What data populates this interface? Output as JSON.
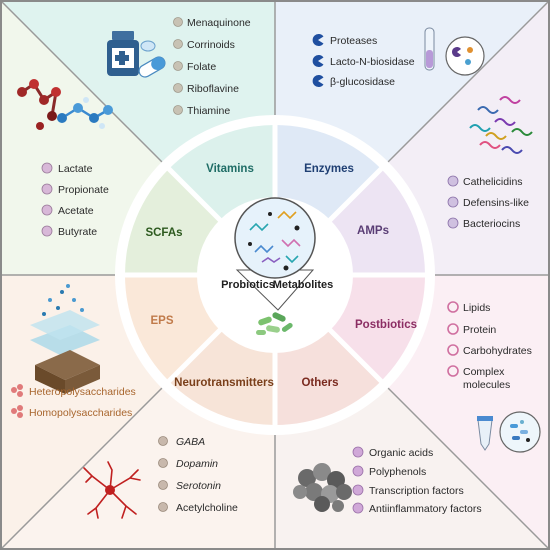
{
  "center": {
    "left_label": "Probiotics",
    "right_label": "Metabolites"
  },
  "segments": {
    "vitamins": "Vitamins",
    "enzymes": "Enzymes",
    "amps": "AMPs",
    "postbiotics": "Postbiotics",
    "others": "Others",
    "neurotransmitters": "Neurotransmitters",
    "eps": "EPS",
    "scfas": "SCFAs"
  },
  "panels": {
    "vitamins": {
      "items": [
        "Menaquinone",
        "Corrinoids",
        "Folate",
        "Riboflavine",
        "Thiamine"
      ]
    },
    "enzymes": {
      "items": [
        "Proteases",
        "Lacto-N-biosidase",
        "β-glucosidase"
      ]
    },
    "amps": {
      "items": [
        "Cathelicidins",
        "Defensins-like",
        "Bacteriocins"
      ]
    },
    "postbiotics": {
      "items": [
        "Lipids",
        "Protein",
        "Carbohydrates",
        "Complex",
        "molecules"
      ]
    },
    "others": {
      "items": [
        "Organic acids",
        "Polyphenols",
        "Transcription factors",
        "Antiinflammatory factors"
      ]
    },
    "neurotransmitters": {
      "items": [
        "GABA",
        "Dopamin",
        "Serotonin",
        "Acetylcholine"
      ]
    },
    "eps": {
      "items": [
        "Heteropolysaccharides",
        "Homopolysaccharides"
      ]
    },
    "scfas": {
      "items": [
        "Lactate",
        "Propionate",
        "Acetate",
        "Butyrate"
      ]
    }
  },
  "colors": {
    "vitamins_bg": "#dff3ef",
    "enzymes_bg": "#e9f0f9",
    "amps_bg": "#f3eef6",
    "postbiotics_bg": "#faeef3",
    "others_bg": "#f9ecea",
    "neuro_bg": "#f9efe8",
    "eps_bg": "#faf0e8",
    "scfas_bg": "#eef5e9",
    "vitamins_text": "#1f6d66",
    "enzymes_text": "#1f3f73",
    "amps_text": "#5a3d75",
    "postbiotics_text": "#8b2d63",
    "others_text": "#7a2a1f",
    "neuro_text": "#7a3f1a",
    "eps_text": "#c07a4a",
    "scfas_text": "#2d5a1f"
  }
}
